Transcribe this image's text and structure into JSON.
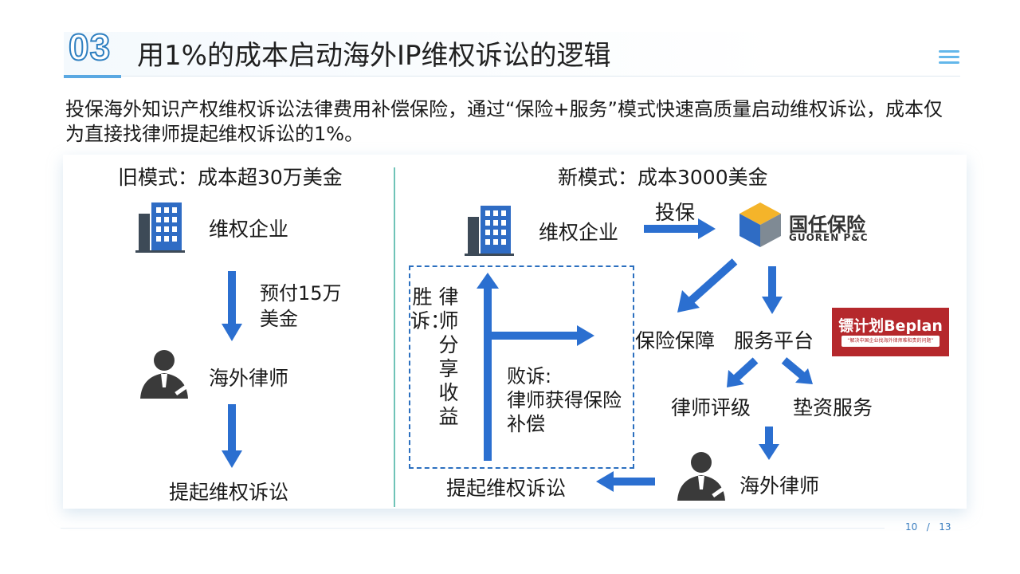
{
  "header": {
    "section_number": "03",
    "title": "用1%的成本启动海外IP维权诉讼的逻辑"
  },
  "intro": "投保海外知识产权维权诉讼法律费用补偿保险，通过“保险+服务”模式快速高质量启动维权诉讼，成本仅为直接找律师提起维权诉讼的1%。",
  "old_model": {
    "heading": "旧模式：成本超30万美金",
    "enterprise": "维权企业",
    "prepay_line1": "预付15万",
    "prepay_line2": "美金",
    "lawyer": "海外律师",
    "litigation": "提起维权诉讼"
  },
  "new_model": {
    "heading": "新模式：成本3000美金",
    "enterprise": "维权企业",
    "insure": "投保",
    "insurer_name": "国任保险",
    "insurer_name_en": "GUOREN P&C",
    "insurance_guarantee": "保险保障",
    "service_platform": "服务平台",
    "lawyer_rating": "律师评级",
    "advance_service": "垫资服务",
    "lawyer": "海外律师",
    "litigation": "提起维权诉讼",
    "win_label": "胜诉：",
    "win_share": "律师分享收益",
    "lose_line1": "败诉:",
    "lose_line2": "律师获得保险",
    "lose_line3": "补偿",
    "beplan_name": "镖计划Beplan",
    "beplan_slogan": "“解决中国企业找海外律师难和贵的问题”"
  },
  "footer": {
    "page_current": "10",
    "page_sep": "/",
    "page_total": "13"
  },
  "colors": {
    "arrow_blue": "#2b6fd0",
    "accent": "#2e7fc0",
    "divider": "#6fc3b7",
    "beplan_red": "#b5282c"
  }
}
